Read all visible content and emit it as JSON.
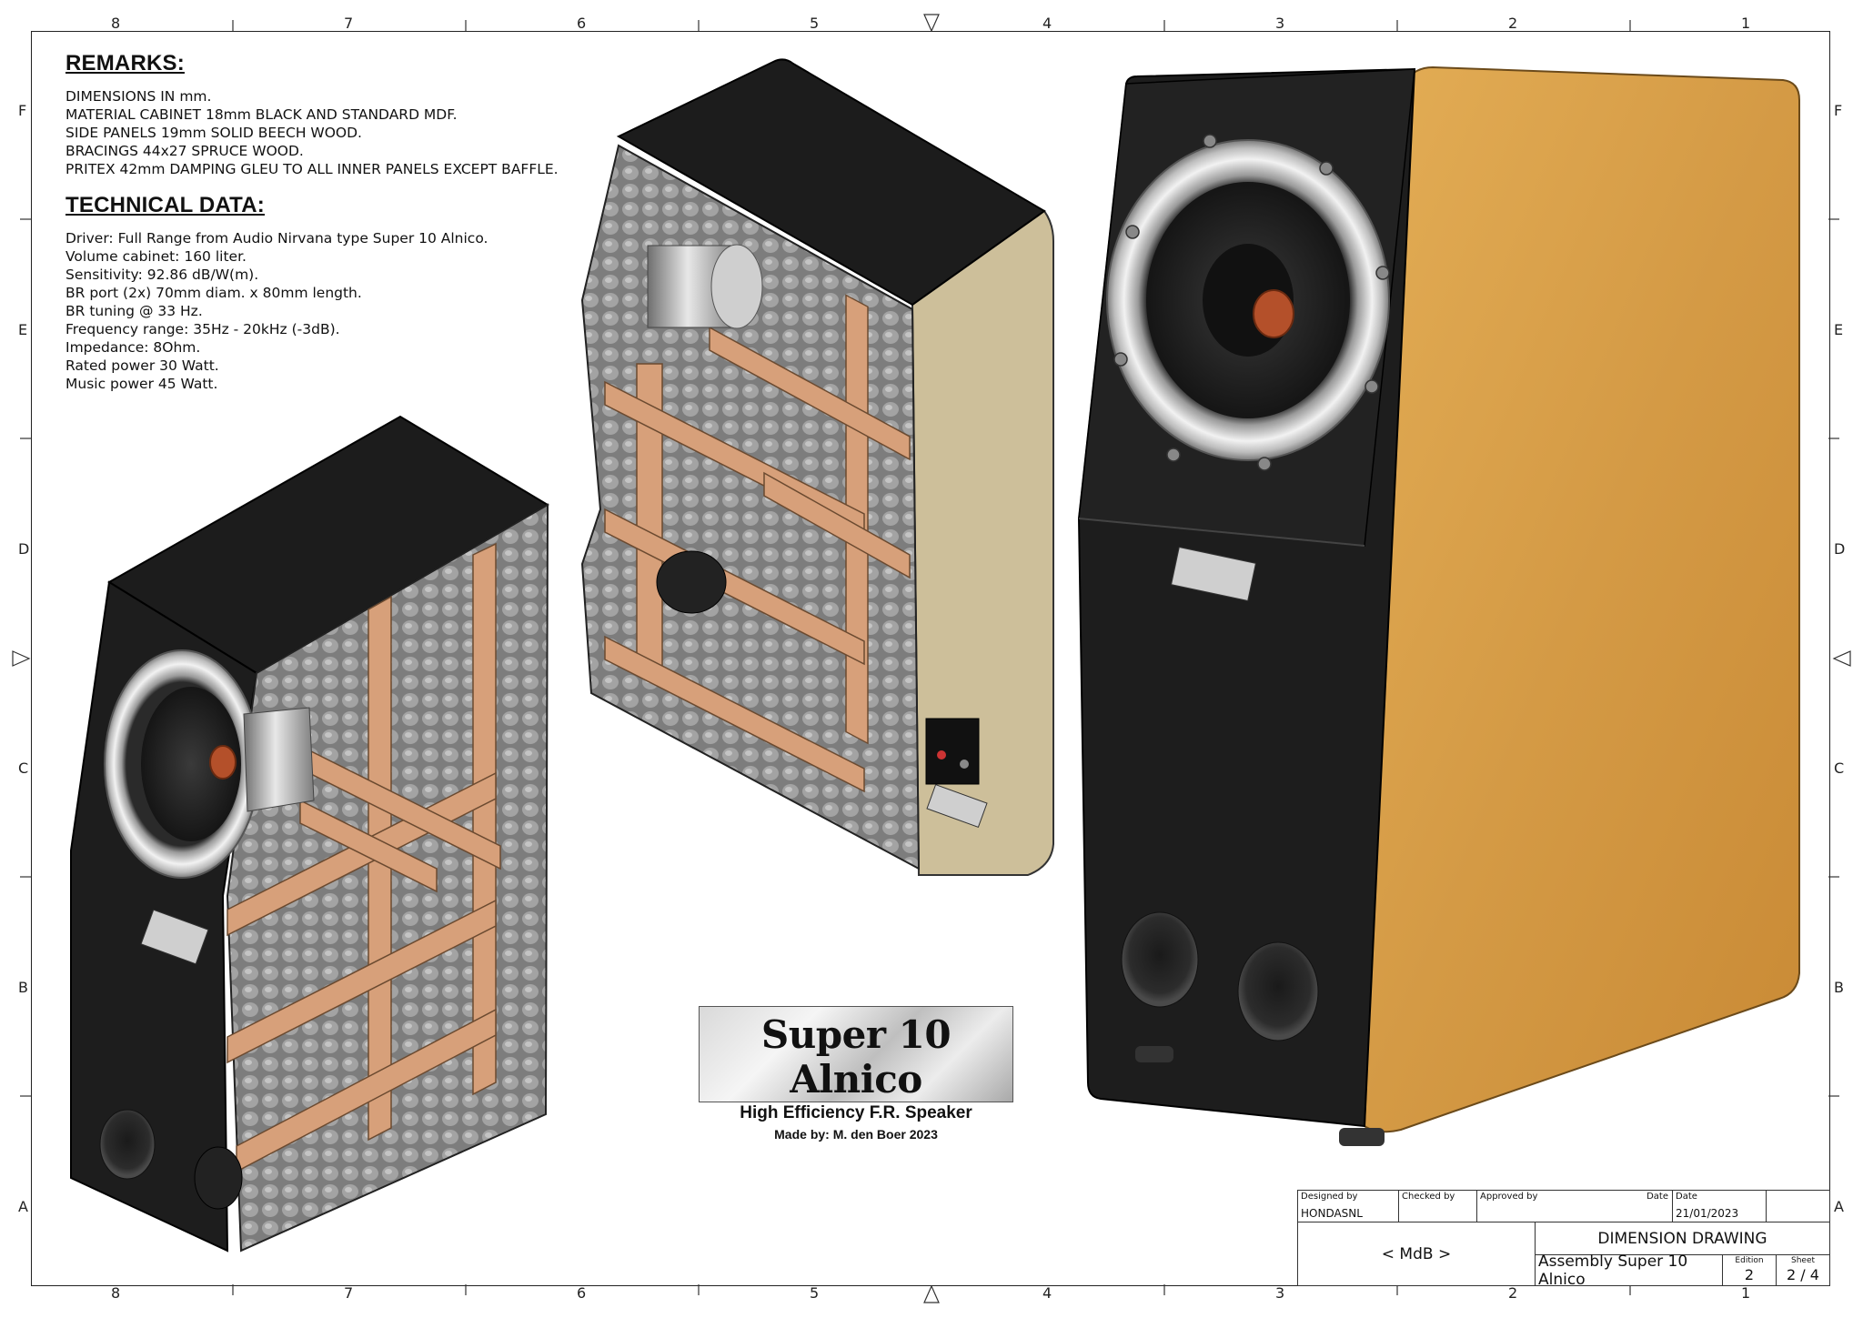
{
  "border": {
    "columns": [
      "8",
      "7",
      "6",
      "5",
      "4",
      "3",
      "2",
      "1"
    ],
    "rows": [
      "F",
      "E",
      "D",
      "C",
      "B",
      "A"
    ]
  },
  "remarks": {
    "title": "REMARKS:",
    "lines": [
      "DIMENSIONS IN mm.",
      "MATERIAL CABINET 18mm BLACK AND STANDARD MDF.",
      "SIDE PANELS 19mm SOLID BEECH WOOD.",
      "BRACINGS 44x27 SPRUCE WOOD.",
      "PRITEX 42mm DAMPING GLEU TO ALL INNER PANELS EXCEPT BAFFLE."
    ]
  },
  "technical": {
    "title": "TECHNICAL DATA:",
    "lines": [
      "Driver: Full Range from Audio Nirvana type Super 10 Alnico.",
      "Volume cabinet: 160 liter.",
      "Sensitivity: 92.86 dB/W(m).",
      "BR port (2x) 70mm diam. x 80mm length.",
      "BR tuning @ 33 Hz.",
      "Frequency range: 35Hz - 20kHz (-3dB).",
      "Impedance: 8Ohm.",
      "Rated power 30 Watt.",
      "Music power 45 Watt."
    ]
  },
  "nameplate": {
    "title": "Super 10 Alnico",
    "subtitle": "High Efficiency F.R. Speaker",
    "maker": "Made by: M. den Boer 2023"
  },
  "title_block": {
    "designed_by_label": "Designed by",
    "designed_by": "HONDASNL",
    "checked_by_label": "Checked by",
    "approved_by_label": "Approved by",
    "date_label": "Date",
    "date_label_2": "Date",
    "date": "21/01/2023",
    "company": "< MdB >",
    "drawing_type": "DIMENSION DRAWING",
    "drawing_title": "Assembly Super 10 Alnico",
    "edition_label": "Edition",
    "edition": "2",
    "sheet_label": "Sheet",
    "sheet": "2 / 4"
  },
  "colors": {
    "cabinet_black": "#1c1c1c",
    "beech_wood": "#d9a24a",
    "spruce_bracing": "#d7a07a",
    "foam_grey": "#8a8a8a",
    "mdf_side": "#cdbf9a",
    "driver_copper": "#b4502a"
  }
}
